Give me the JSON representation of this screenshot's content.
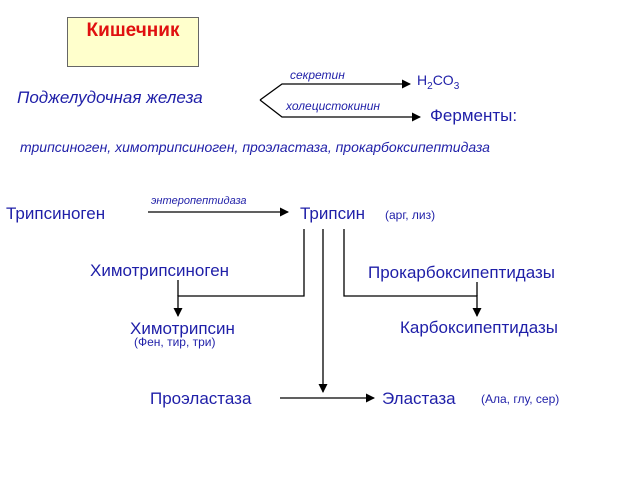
{
  "title": "Кишечник",
  "pancreas": "Поджелудочная железа",
  "secretin": "секретин",
  "cholecystokinin": "холецистокинин",
  "h2co3": {
    "h": "H",
    "sub1": "2",
    "co": "CO",
    "sub2": "3"
  },
  "enzymes": "Ферменты:",
  "enzymes_list": "трипсиноген, химотрипсиноген, проэластаза, прокарбоксипептидаза",
  "trypsinogen": "Трипсиноген",
  "enteropeptidase": "энтеропептидаза",
  "trypsin": "Трипсин",
  "trypsin_specificity": "(арг, лиз)",
  "chymotrypsinogen": "Химотрипсиноген",
  "procarboxypeptidases": "Прокарбоксипептидазы",
  "chymotrypsin": "Химотрипсин",
  "chymotrypsin_specificity": "(Фен, тир, три)",
  "carboxypeptidases": "Карбоксипептидазы",
  "proelastase": "Проэластаза",
  "elastase": "Эластаза",
  "elastase_specificity": "(Ала, глу, сер)",
  "colors": {
    "text": "#1f1fa8",
    "title": "#e01010",
    "title_bg": "#ffffcc",
    "line": "#000000"
  }
}
